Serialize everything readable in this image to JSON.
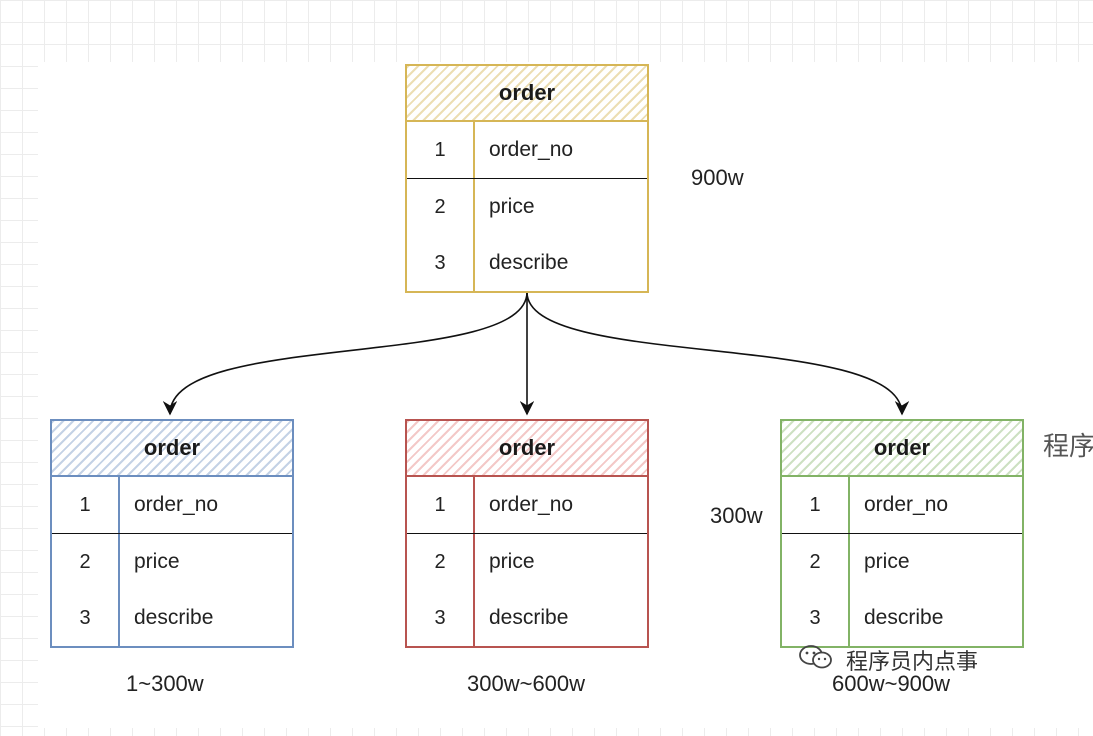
{
  "colors": {
    "source_border": "#d6b656",
    "shard_blue_border": "#6c8ebf",
    "shard_red_border": "#b85450",
    "shard_green_border": "#82b366",
    "arrow": "#111111"
  },
  "source": {
    "title": "order",
    "rows": [
      {
        "num": "1",
        "field": "order_no"
      },
      {
        "num": "2",
        "field": "price"
      },
      {
        "num": "3",
        "field": "describe"
      }
    ],
    "count_label": "900w"
  },
  "shards": [
    {
      "id": "blue",
      "title": "order",
      "rows": [
        {
          "num": "1",
          "field": "order_no"
        },
        {
          "num": "2",
          "field": "price"
        },
        {
          "num": "3",
          "field": "describe"
        }
      ],
      "range_label": "1~300w"
    },
    {
      "id": "red",
      "title": "order",
      "rows": [
        {
          "num": "1",
          "field": "order_no"
        },
        {
          "num": "2",
          "field": "price"
        },
        {
          "num": "3",
          "field": "describe"
        }
      ],
      "range_label": "300w~600w"
    },
    {
      "id": "green",
      "title": "order",
      "rows": [
        {
          "num": "1",
          "field": "order_no"
        },
        {
          "num": "2",
          "field": "price"
        },
        {
          "num": "3",
          "field": "describe"
        }
      ],
      "range_label": "600w~900w",
      "side_label": "300w"
    }
  ],
  "watermark": {
    "text": "程序员内点事",
    "edge_text": "程序",
    "icon": "wechat-icon"
  }
}
